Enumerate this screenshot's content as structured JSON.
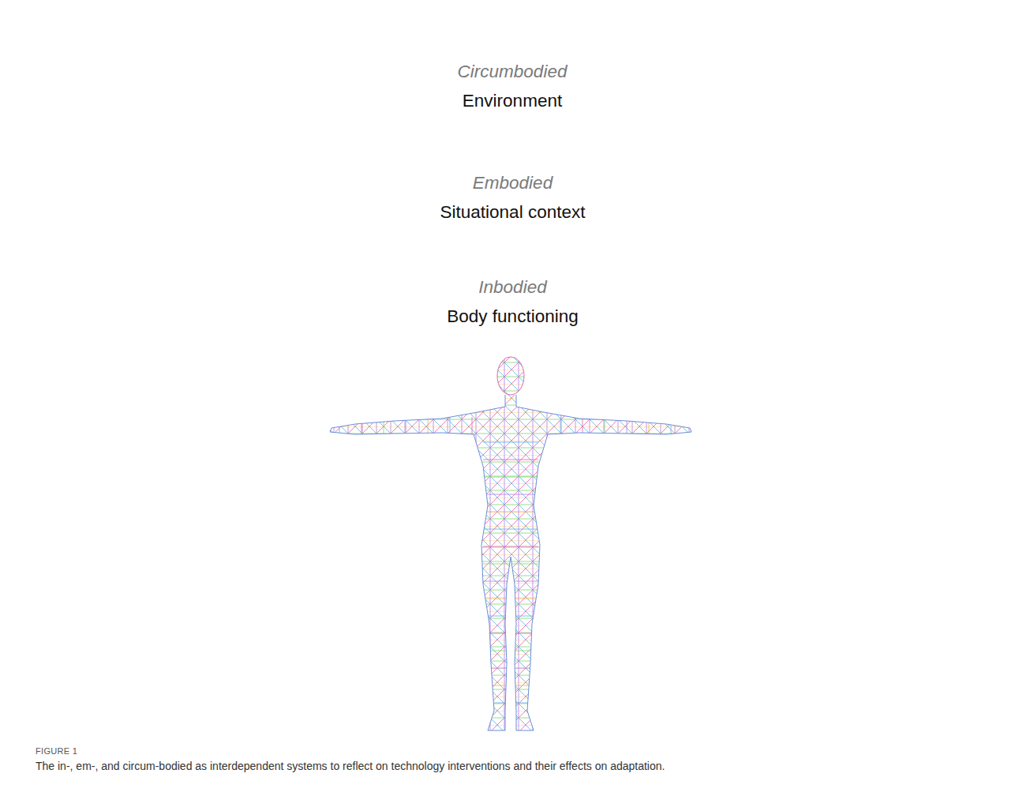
{
  "diagram": {
    "caption": "The in-, em-, and circum-bodied as interdependent systems to reflect on technology interventions and their effects on adaptation.",
    "nodes": [
      {
        "text": [
          "Circumbodied",
          "Environment"
        ]
      },
      {
        "text": [
          "Embodied",
          "Situational context"
        ],
        "in": 0
      },
      {
        "text": [
          "Inbodied",
          "Body functioning"
        ],
        "in": 1
      }
    ],
    "labels": [
      "FIGURE 1"
    ]
  }
}
